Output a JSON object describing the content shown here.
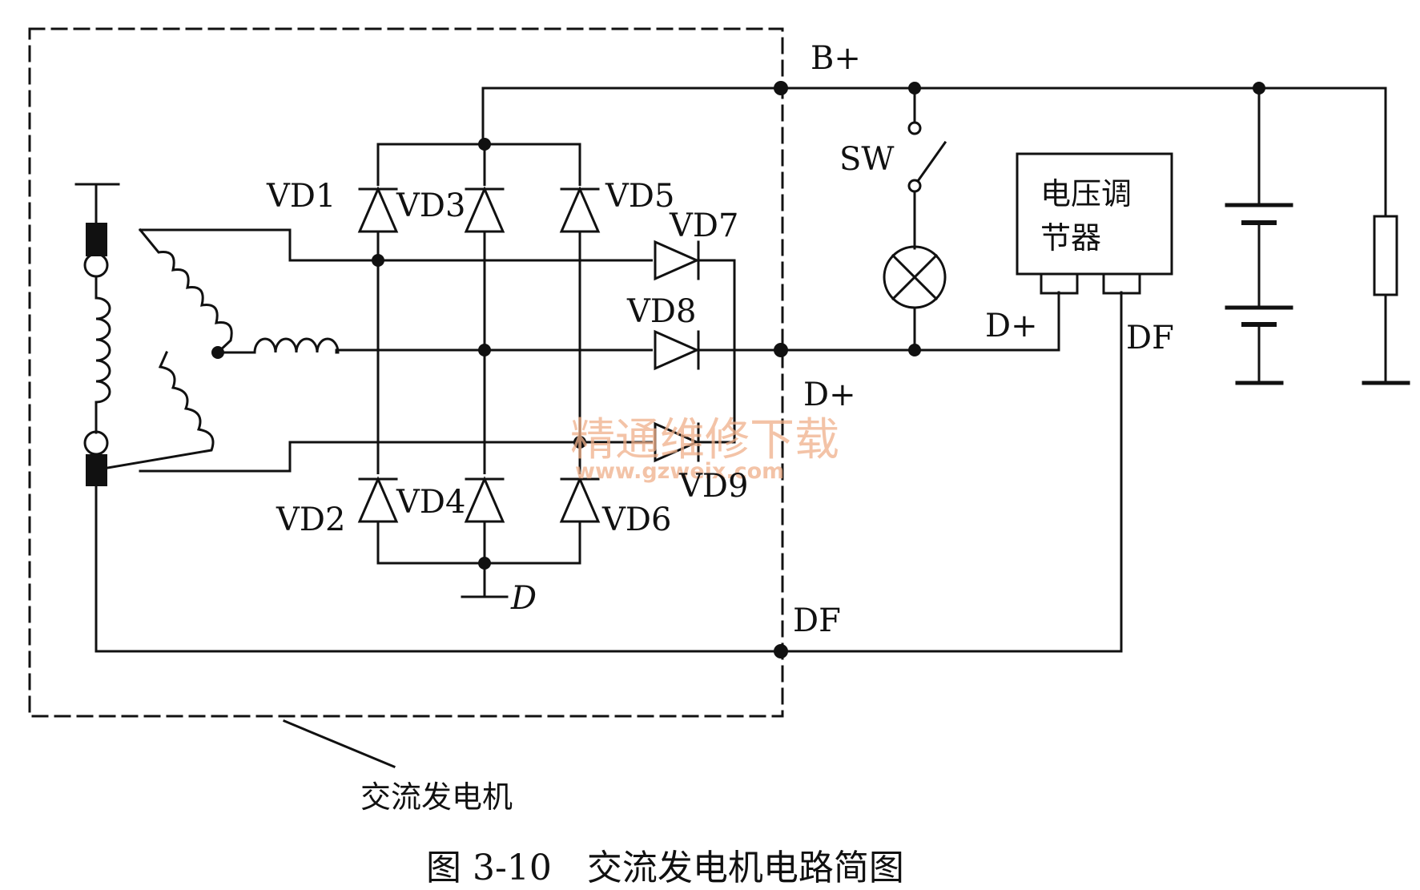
{
  "labels": {
    "b_plus": "B+",
    "sw": "SW",
    "vd1": "VD1",
    "vd2": "VD2",
    "vd3": "VD3",
    "vd4": "VD4",
    "vd5": "VD5",
    "vd6": "VD6",
    "vd7": "VD7",
    "vd8": "VD8",
    "vd9": "VD9",
    "d_plus_inner": "D+",
    "d_plus_reg": "D+",
    "df_reg": "DF",
    "df_alt": "DF",
    "ground_d": "D",
    "regulator_line1": "电压调",
    "regulator_line2": "节器",
    "alternator": "交流发电机"
  },
  "caption": "图 3-10　交流发电机电路简图",
  "watermark": {
    "line1": "精通维修下载",
    "line2": "www.gzweix.com"
  }
}
